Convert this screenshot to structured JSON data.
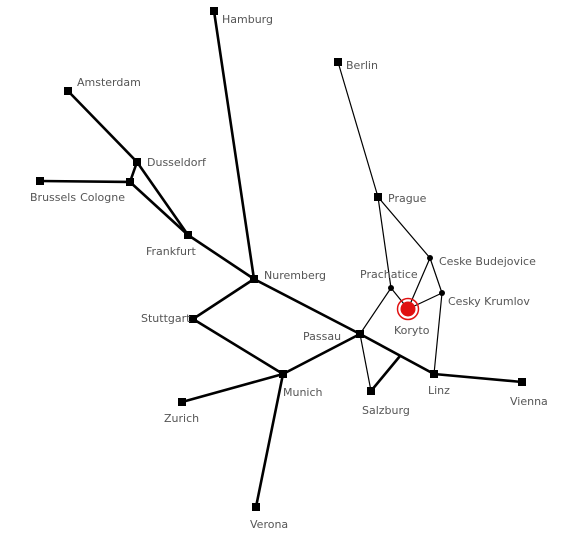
{
  "cities": [
    {
      "id": "hamburg",
      "name": "Hamburg",
      "kind": "major"
    },
    {
      "id": "berlin",
      "name": "Berlin",
      "kind": "major"
    },
    {
      "id": "amsterdam",
      "name": "Amsterdam",
      "kind": "major"
    },
    {
      "id": "dusseldorf",
      "name": "Dusseldorf",
      "kind": "major"
    },
    {
      "id": "cologne",
      "name": "Cologne",
      "kind": "major"
    },
    {
      "id": "brussels",
      "name": "Brussels",
      "kind": "major"
    },
    {
      "id": "frankfurt",
      "name": "Frankfurt",
      "kind": "major"
    },
    {
      "id": "prague",
      "name": "Prague",
      "kind": "major"
    },
    {
      "id": "ceske_budejovice",
      "name": "Ceske Budejovice",
      "kind": "minor"
    },
    {
      "id": "prachatice",
      "name": "Prachatice",
      "kind": "minor"
    },
    {
      "id": "cesky_krumlov",
      "name": "Cesky Krumlov",
      "kind": "minor"
    },
    {
      "id": "koryto",
      "name": "Koryto",
      "kind": "current"
    },
    {
      "id": "nuremberg",
      "name": "Nuremberg",
      "kind": "major"
    },
    {
      "id": "stuttgart",
      "name": "Stuttgart",
      "kind": "major"
    },
    {
      "id": "passau",
      "name": "Passau",
      "kind": "major"
    },
    {
      "id": "munich",
      "name": "Munich",
      "kind": "major"
    },
    {
      "id": "zurich",
      "name": "Zurich",
      "kind": "major"
    },
    {
      "id": "salzburg",
      "name": "Salzburg",
      "kind": "major"
    },
    {
      "id": "linz",
      "name": "Linz",
      "kind": "major"
    },
    {
      "id": "vienna",
      "name": "Vienna",
      "kind": "major"
    },
    {
      "id": "verona",
      "name": "Verona",
      "kind": "major"
    }
  ],
  "roads": [
    {
      "from": "hamburg",
      "to": "nuremberg",
      "type": "major"
    },
    {
      "from": "amsterdam",
      "to": "dusseldorf",
      "type": "major"
    },
    {
      "from": "dusseldorf",
      "to": "cologne",
      "type": "major"
    },
    {
      "from": "dusseldorf",
      "to": "frankfurt",
      "type": "major"
    },
    {
      "from": "brussels",
      "to": "cologne",
      "type": "major"
    },
    {
      "from": "cologne",
      "to": "frankfurt",
      "type": "major"
    },
    {
      "from": "frankfurt",
      "to": "nuremberg",
      "type": "major"
    },
    {
      "from": "nuremberg",
      "to": "stuttgart",
      "type": "major"
    },
    {
      "from": "nuremberg",
      "to": "passau",
      "type": "major"
    },
    {
      "from": "stuttgart",
      "to": "munich",
      "type": "major"
    },
    {
      "from": "zurich",
      "to": "munich",
      "type": "major"
    },
    {
      "from": "munich",
      "to": "passau",
      "type": "major"
    },
    {
      "from": "munich",
      "to": "verona",
      "type": "major"
    },
    {
      "from": "passau",
      "to": "linz",
      "type": "major"
    },
    {
      "from": "linz",
      "to": "vienna",
      "type": "major"
    },
    {
      "from": "salzburg",
      "to": "passau_linz_mid",
      "type": "major"
    },
    {
      "from": "berlin",
      "to": "prague",
      "type": "minor"
    },
    {
      "from": "prague",
      "to": "prachatice",
      "type": "minor"
    },
    {
      "from": "prague",
      "to": "ceske_budejovice",
      "type": "minor"
    },
    {
      "from": "ceske_budejovice",
      "to": "cesky_krumlov",
      "type": "minor"
    },
    {
      "from": "ceske_budejovice",
      "to": "koryto",
      "type": "minor"
    },
    {
      "from": "prachatice",
      "to": "koryto",
      "type": "minor"
    },
    {
      "from": "prachatice",
      "to": "passau",
      "type": "minor"
    },
    {
      "from": "cesky_krumlov",
      "to": "koryto",
      "type": "minor"
    },
    {
      "from": "cesky_krumlov",
      "to": "linz",
      "type": "minor"
    },
    {
      "from": "passau",
      "to": "salzburg",
      "type": "minor"
    }
  ],
  "colors": {
    "road": "#000000",
    "label": "#555555",
    "current_marker": "#e01010",
    "current_ring": "#e01010"
  }
}
